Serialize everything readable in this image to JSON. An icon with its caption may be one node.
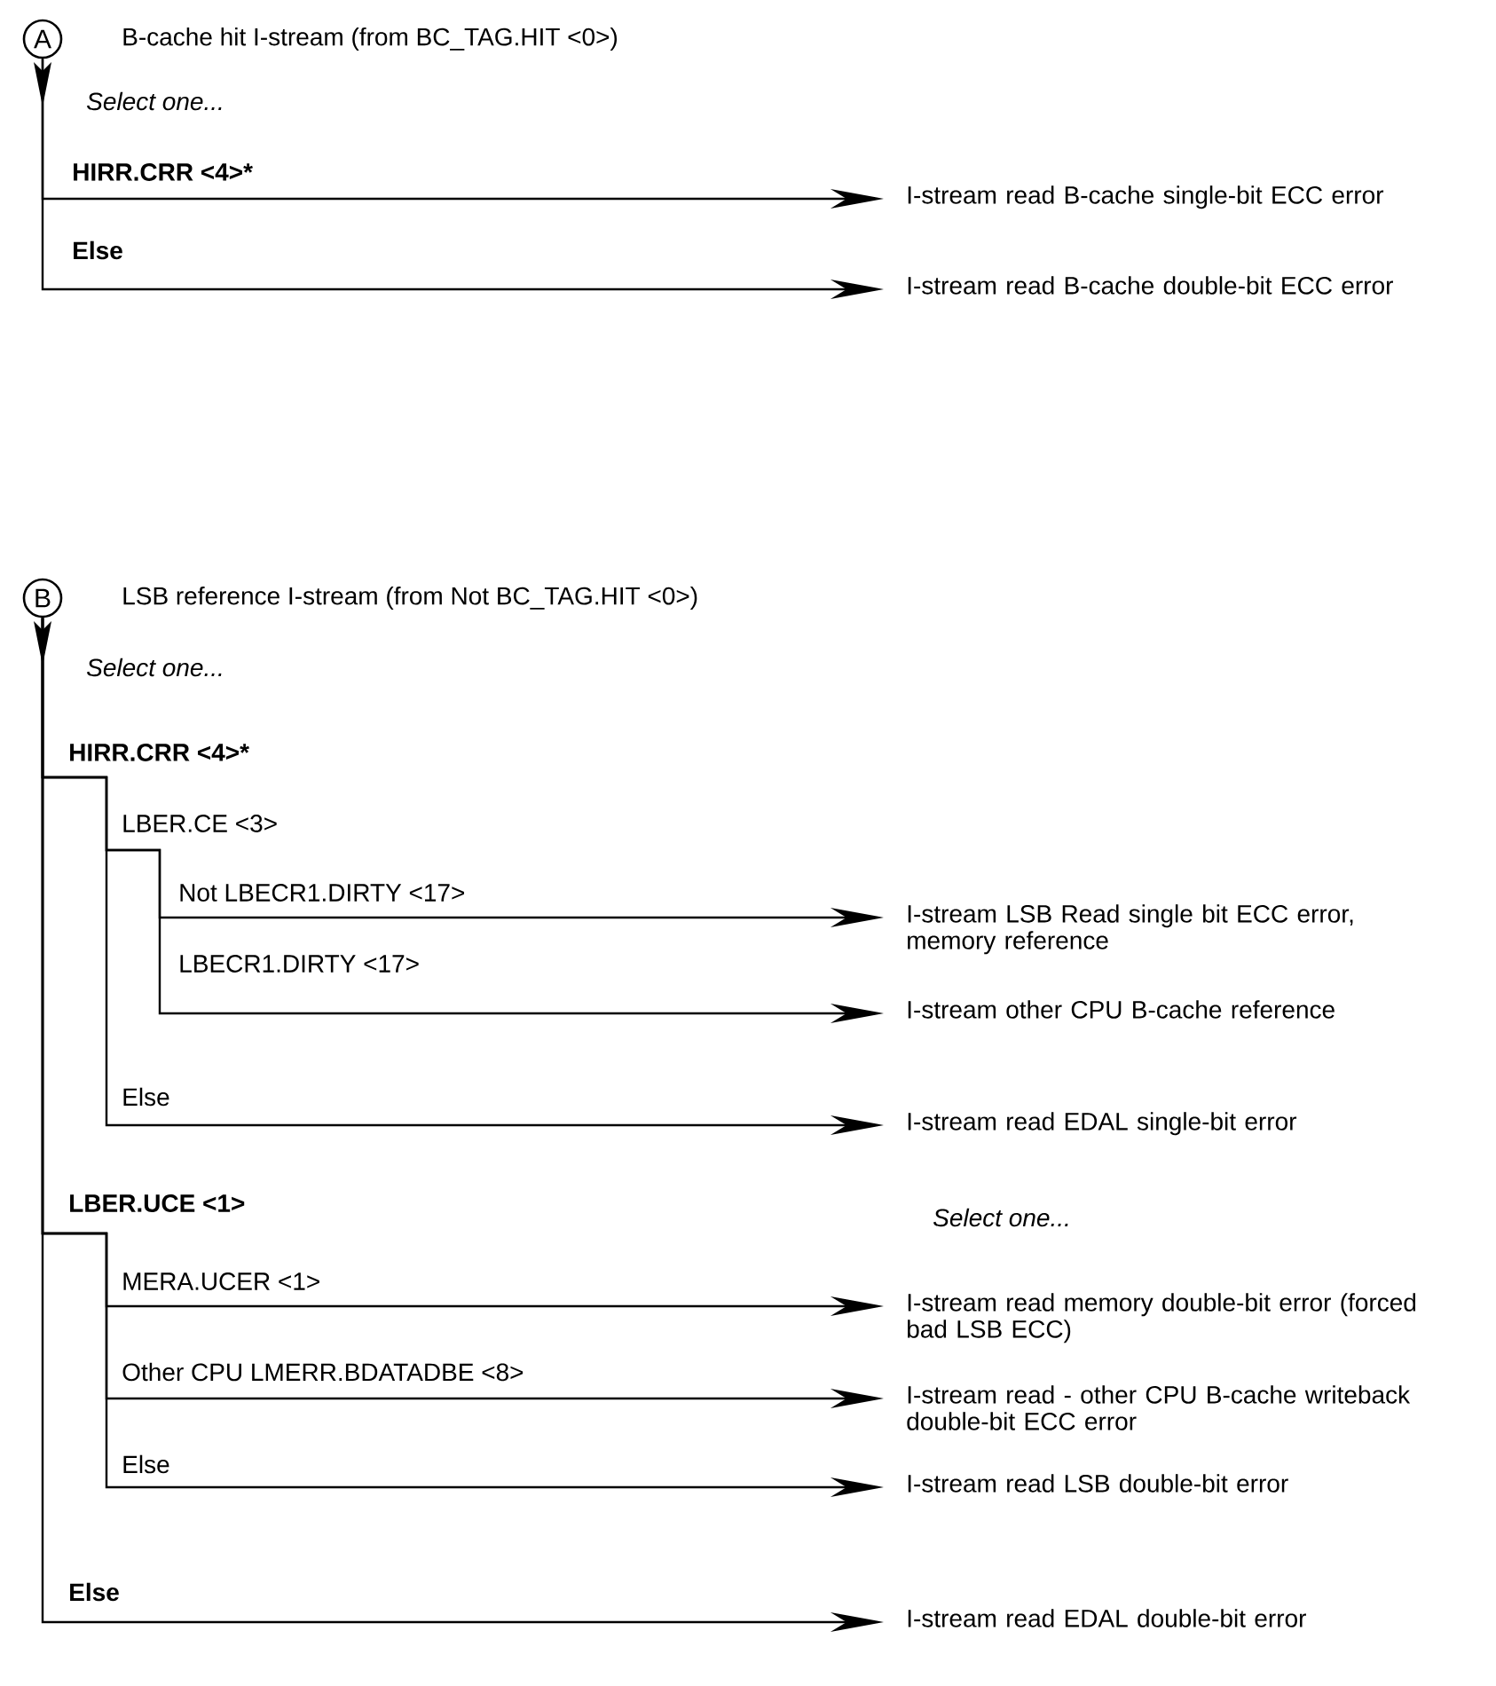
{
  "diagram": {
    "nodes": [
      {
        "text": [
          "A"
        ],
        "beside": [
          "B-cache hit I-stream (from BC_TAG.HIT <0>)"
        ]
      },
      {
        "text": [
          "I-stream read B-cache single-bit ECC error"
        ]
      },
      {
        "text": [
          "I-stream read B-cache double-bit ECC error"
        ]
      },
      {
        "text": [
          "B"
        ],
        "beside": [
          "LSB reference I-stream (from Not BC_TAG.HIT <0>)"
        ]
      },
      {
        "text": [
          "I-stream LSB Read single bit ECC error, memory reference"
        ]
      },
      {
        "text": [
          "I-stream other CPU B-cache reference"
        ]
      },
      {
        "text": [
          "I-stream read EDAL single-bit error"
        ]
      },
      {
        "text": [
          "I-stream read memory double-bit error (forced bad LSB ECC)"
        ]
      },
      {
        "text": [
          "I-stream read - other CPU B-cache writeback double-bit ECC error"
        ]
      },
      {
        "text": [
          "I-stream read LSB double-bit error"
        ]
      },
      {
        "text": [
          "I-stream read EDAL double-bit error"
        ]
      }
    ],
    "edges": [
      {
        "from": 0,
        "to": 1,
        "arrow": "to",
        "label": "HIRR.CRR <4>*"
      },
      {
        "from": 0,
        "to": 2,
        "arrow": "to",
        "label": "Else"
      },
      {
        "from": 3,
        "to": 4,
        "arrow": "to",
        "label": "Not LBECR1.DIRTY <17>"
      },
      {
        "from": 3,
        "to": 5,
        "arrow": "to",
        "label": "LBECR1.DIRTY <17>"
      },
      {
        "from": 3,
        "to": 6,
        "arrow": "to",
        "label": "Else"
      },
      {
        "from": 3,
        "to": 7,
        "arrow": "to",
        "label": "MERA.UCER <1>"
      },
      {
        "from": 3,
        "to": 8,
        "arrow": "to",
        "label": "Other CPU LMERR.BDATADBE <8>"
      },
      {
        "from": 3,
        "to": 9,
        "arrow": "to",
        "label": "Else"
      },
      {
        "from": 3,
        "to": 10,
        "arrow": "to",
        "label": "Else"
      }
    ],
    "labels": [
      "Select one...",
      "Select one...",
      "HIRR.CRR <4>*",
      "LBER.CE <3>",
      "LBER.UCE <1>",
      "Select one..."
    ]
  }
}
